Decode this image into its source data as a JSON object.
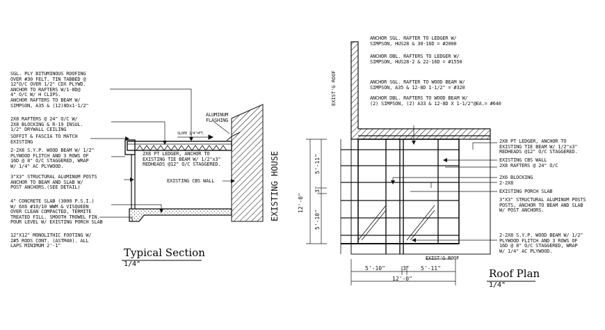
{
  "left": {
    "roofing_note": [
      "SGL. PLY BITUMINOUS ROOFING",
      "OVER #30 FELT. TIN TABBED @",
      "12\"O/C OVER 1/2\" CDX PLYWD.",
      "ANCHOR TO RAFTERS W/1-8D@",
      "4\" O/C W/ H CLIPS.",
      "ANCHOR RAFTERS TO BEAM W/",
      "SIMPSON, A35 & (12)8Dx1-1/2\""
    ],
    "rafters_note": [
      "2X8 RAFTERS @ 24\" O/C W/",
      "2X8 BLOCKING & R-19 INSUL.",
      "1/2\" DRYWALL CEILING"
    ],
    "soffit_note": [
      "SOFFIT & FASCIA TO MATCH",
      "EXISTING"
    ],
    "beam_note": [
      "2-2X8 S.Y.P. WOOD BEAM W/ 1/2\"",
      "PLYWOOD FLITCH AND 3 ROWS OF",
      "16D @ 8\" O/C STAGGERED, WRAP",
      "W/ 1/4\" AC PLYWOOD."
    ],
    "posts_note": [
      "3\"X3\" STRUCTURAL ALUMINUM POSTS",
      "ANCHOR TO BEAM AND SLAB W/",
      "POST ANCHORS.(SEE DETAIL)"
    ],
    "slab_note": [
      "4\" CONCRETE SLAB (3000 P.S.I.)",
      "W/ 6X6 #10/10 WWM & VISQUEEN",
      "OVER CLEAN COMPACTED, TERMITE",
      "TREATED FILL. SMOOTH TROWEL FIN.",
      "POUR LEVEL W/ EXISTING PORCH SLAB"
    ],
    "footing_note": [
      "12\"X12\" MONOLITHIC FOOTING W/",
      "2#5 RODS CONT. (ASTM40). ALL",
      "LAPS MINIMUM 2'-1\""
    ],
    "ledger_note": [
      "2X8 PT LEDGER, ANCHOR TO",
      "EXISTING TIE BEAM W/ 1/2\"x3\"",
      "REDHEADS @12\" O/C STAGGERED."
    ],
    "aluminum_flashing": [
      "ALUMINUM",
      "FLASHING"
    ],
    "slope_label": "SLOPE 1/4\"=FT.",
    "cbs_wall": "EXISTING CBS WALL",
    "existing_house": "EXISTING HOUSE",
    "title": "Typical Section",
    "scale": "1/4\""
  },
  "right": {
    "anchor_notes": [
      [
        "ANCHOR SGL. RAFTER TO LEDGER W/",
        "SIMPSON, HUS28 & 30-16D = #2000"
      ],
      [
        "ANCHOR DBL. RAFTERS TO LEDGER W/",
        "SIMPSON, HUS28-2 & 22-16D = #1550"
      ],
      [
        "ANCHOR SGL. RAFTER TO WOOD BEAM W/",
        "SIMPSON, A35 & 12-8D 1-1/2\" = #320"
      ],
      [
        "ANCHOR DBL. RAFTERS TO WOOD BEAM W/",
        "(2) SIMPSON, (2) A33 & 12-8D X 1-1/2\"@EA.= #640"
      ]
    ],
    "ledger_note": [
      "2X8 PT LEDGER, ANCHOR TO",
      "EXISTING TIE BEAM W/ 1/2\"x3\"",
      "REDHEADS @12\" O/C STAGGERED."
    ],
    "cbs_note": [
      "EXISTING CBS WALL",
      "2X8 RAFTERS @ 24\" O/C"
    ],
    "blocking_note": [
      "2X6 BLOCKING",
      "2-2X8"
    ],
    "porch_slab": "EXISTING PORCH SLAB",
    "posts_note": [
      "3\"X3\" STRUCTURAL ALUMINUM POSTS",
      "POSTS, ANCHOR TO BEAM AND SLAB",
      "W/ POST ANCHORS."
    ],
    "beam_note": [
      "2-2X8 S.Y.P. WOOD BEAM W/ 1/2\"",
      "PLYWOOD FLITCH AND 3 ROWS OF",
      "16D @ 8\" O/C STAGGERED, WRAP",
      "W/ 1/4\" AC PLYWOOD."
    ],
    "exist_roof_vertical": "EXIST'G ROOF",
    "exist_roof_bottom": "EXIST'G ROOF",
    "dim_vertical": [
      "12'-0\"",
      "5'-11\"",
      "3\"",
      "5'-10\""
    ],
    "dim_horizontal": [
      "5'-10\"",
      "3\"",
      "5'-11\"",
      "12'-0\""
    ],
    "title": "Roof Plan",
    "scale": "1/4\""
  }
}
